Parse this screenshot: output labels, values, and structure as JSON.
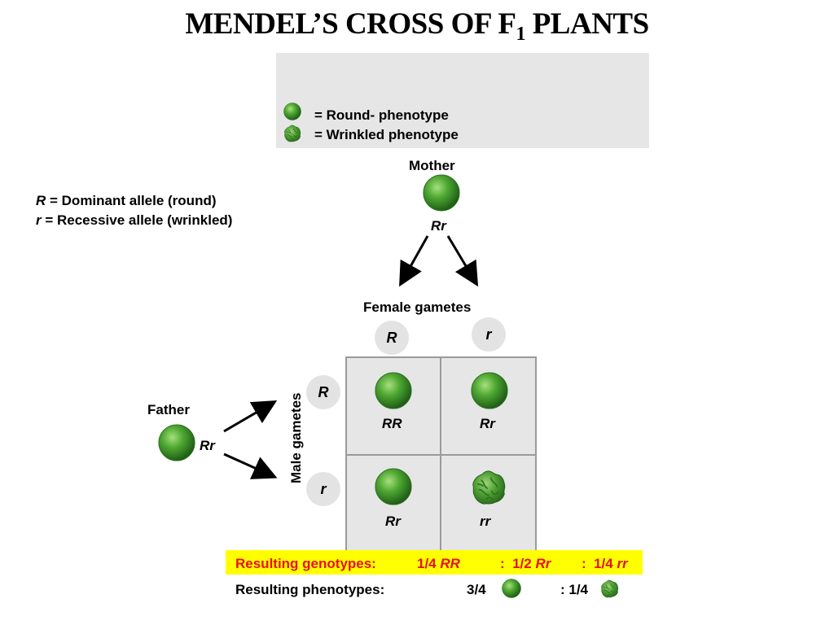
{
  "title": {
    "main": "MENDEL’S CROSS OF F",
    "sub": "1",
    "rest": " PLANTS"
  },
  "legend": {
    "round": "= Round- phenotype",
    "wrinkled": "= Wrinkled phenotype"
  },
  "alleles": {
    "dominant_symbol": "R",
    "dominant_text": " = Dominant allele (round)",
    "recessive_symbol": "r",
    "recessive_text": " = Recessive allele (wrinkled)"
  },
  "mother": {
    "label": "Mother",
    "genotype": "Rr"
  },
  "father": {
    "label": "Father",
    "genotype": "Rr"
  },
  "female_gametes": {
    "label": "Female gametes",
    "alleles": [
      "R",
      "r"
    ]
  },
  "male_gametes": {
    "label": "Male gametes",
    "alleles": [
      "R",
      "r"
    ]
  },
  "punnett": {
    "cells": [
      {
        "genotype": "RR",
        "phenotype": "round"
      },
      {
        "genotype": "Rr",
        "phenotype": "round"
      },
      {
        "genotype": "Rr",
        "phenotype": "round"
      },
      {
        "genotype": "rr",
        "phenotype": "wrinkled"
      }
    ]
  },
  "results": {
    "genotypes_label": "Resulting genotypes:",
    "g1_frac": "1/4 ",
    "g1_geno": "RR",
    "sep1": ":  1/2 ",
    "g2_geno": "Rr",
    "sep2": ":  1/4 ",
    "g3_geno": "rr",
    "phenotypes_label": "Resulting phenotypes:",
    "p1": "3/4",
    "p2": ": 1/4"
  },
  "colors": {
    "pea_green": "#3f9a2a",
    "highlight": "#ffff00",
    "genotype_text": "#e8101a",
    "panel_gray": "#e6e6e6"
  }
}
